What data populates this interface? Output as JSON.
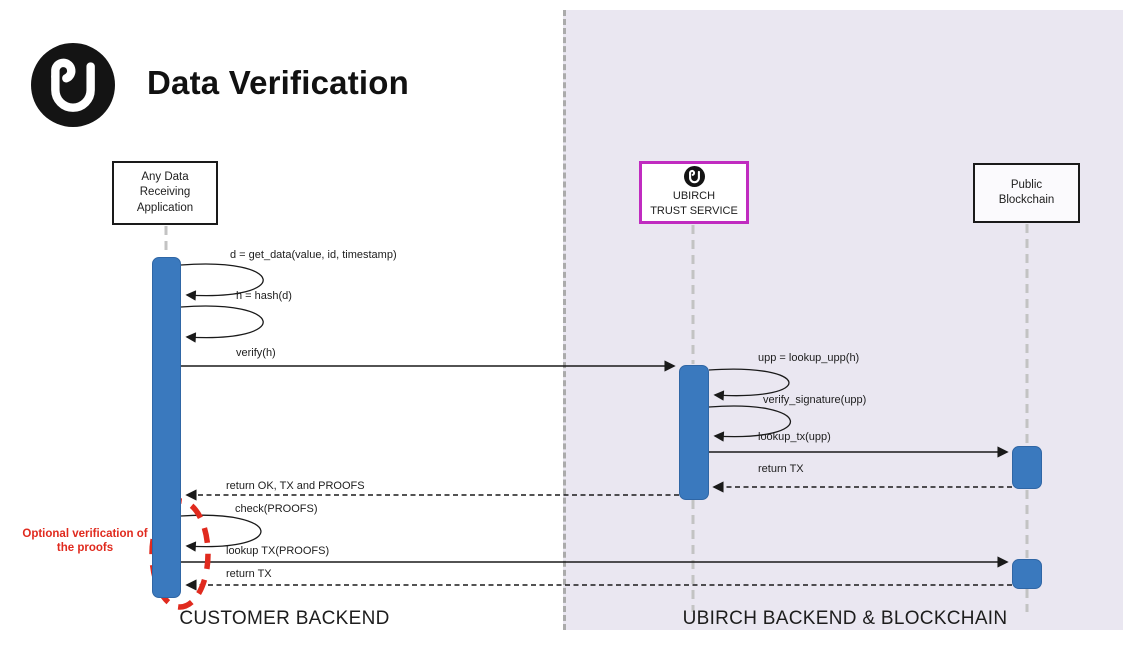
{
  "header": {
    "title": "Data Verification",
    "logo_icon": "ubirch-logo"
  },
  "actors": [
    {
      "id": "app",
      "lines": [
        "Any Data",
        "Receiving",
        "Application"
      ]
    },
    {
      "id": "ubirch",
      "lines": [
        "UBIRCH",
        "TRUST SERVICE"
      ],
      "logo_icon": "ubirch-logo"
    },
    {
      "id": "blockchain",
      "lines": [
        "Public",
        "Blockchain"
      ]
    }
  ],
  "messages": [
    {
      "text": "d = get_data(value, id, timestamp)",
      "type": "self-call"
    },
    {
      "text": "h = hash(d)",
      "type": "self-call"
    },
    {
      "text": "verify(h)",
      "type": "solid-arrow"
    },
    {
      "text": "upp = lookup_upp(h)",
      "type": "self-call"
    },
    {
      "text": "verify_signature(upp)",
      "type": "self-call"
    },
    {
      "text": "lookup_tx(upp)",
      "type": "solid-arrow"
    },
    {
      "text": "return TX",
      "type": "dashed-return"
    },
    {
      "text": "return OK, TX and PROOFS",
      "type": "dashed-return"
    },
    {
      "text": "check(PROOFS)",
      "type": "self-call"
    },
    {
      "text": "lookup TX(PROOFS)",
      "type": "solid-arrow"
    },
    {
      "text": "return TX",
      "type": "dashed-return"
    }
  ],
  "annotation": {
    "text": "Optional verification of the proofs"
  },
  "lanes": {
    "customer": "CUSTOMER BACKEND",
    "ubirch": "UBIRCH BACKEND & BLOCKCHAIN"
  },
  "colors": {
    "activation_blue": "#3A79BE",
    "lane_background": "#EAE7F1",
    "trust_service_border": "#C02BC0",
    "annotation_red": "#E02A1E",
    "lifeline_gray": "#C3C3C3"
  }
}
